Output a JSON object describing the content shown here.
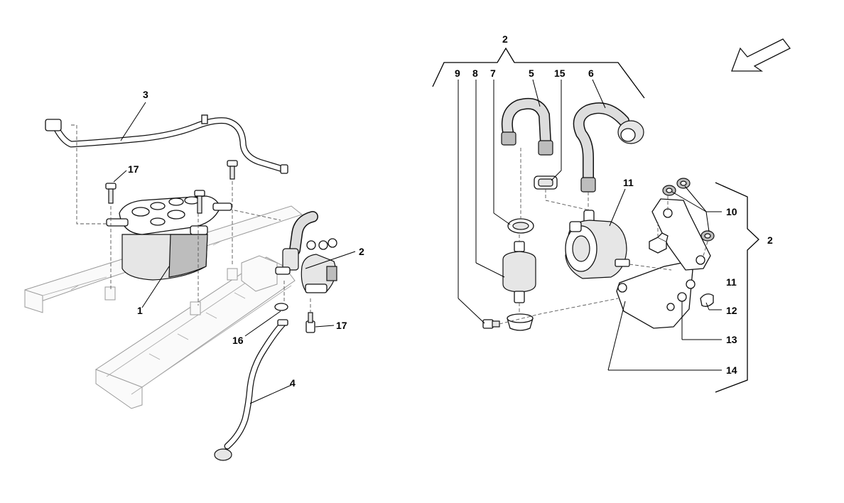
{
  "callouts": {
    "c1": "1",
    "c2_left": "2",
    "c3": "3",
    "c4": "4",
    "c16": "16",
    "c17_upper": "17",
    "c17_lower": "17",
    "c2_top": "2",
    "c9": "9",
    "c8": "8",
    "c7": "7",
    "c5": "5",
    "c15": "15",
    "c6": "6",
    "c11_upper": "11",
    "c10": "10",
    "c2_right": "2",
    "c11_lower": "11",
    "c12": "12",
    "c13": "13",
    "c14": "14"
  },
  "colors": {
    "line": "#000000",
    "frame": "#999999",
    "fill_light": "#e6e6e6",
    "fill_dark": "#bdbdbd"
  },
  "icons": {
    "view_direction": "arrow-down-left-icon"
  }
}
